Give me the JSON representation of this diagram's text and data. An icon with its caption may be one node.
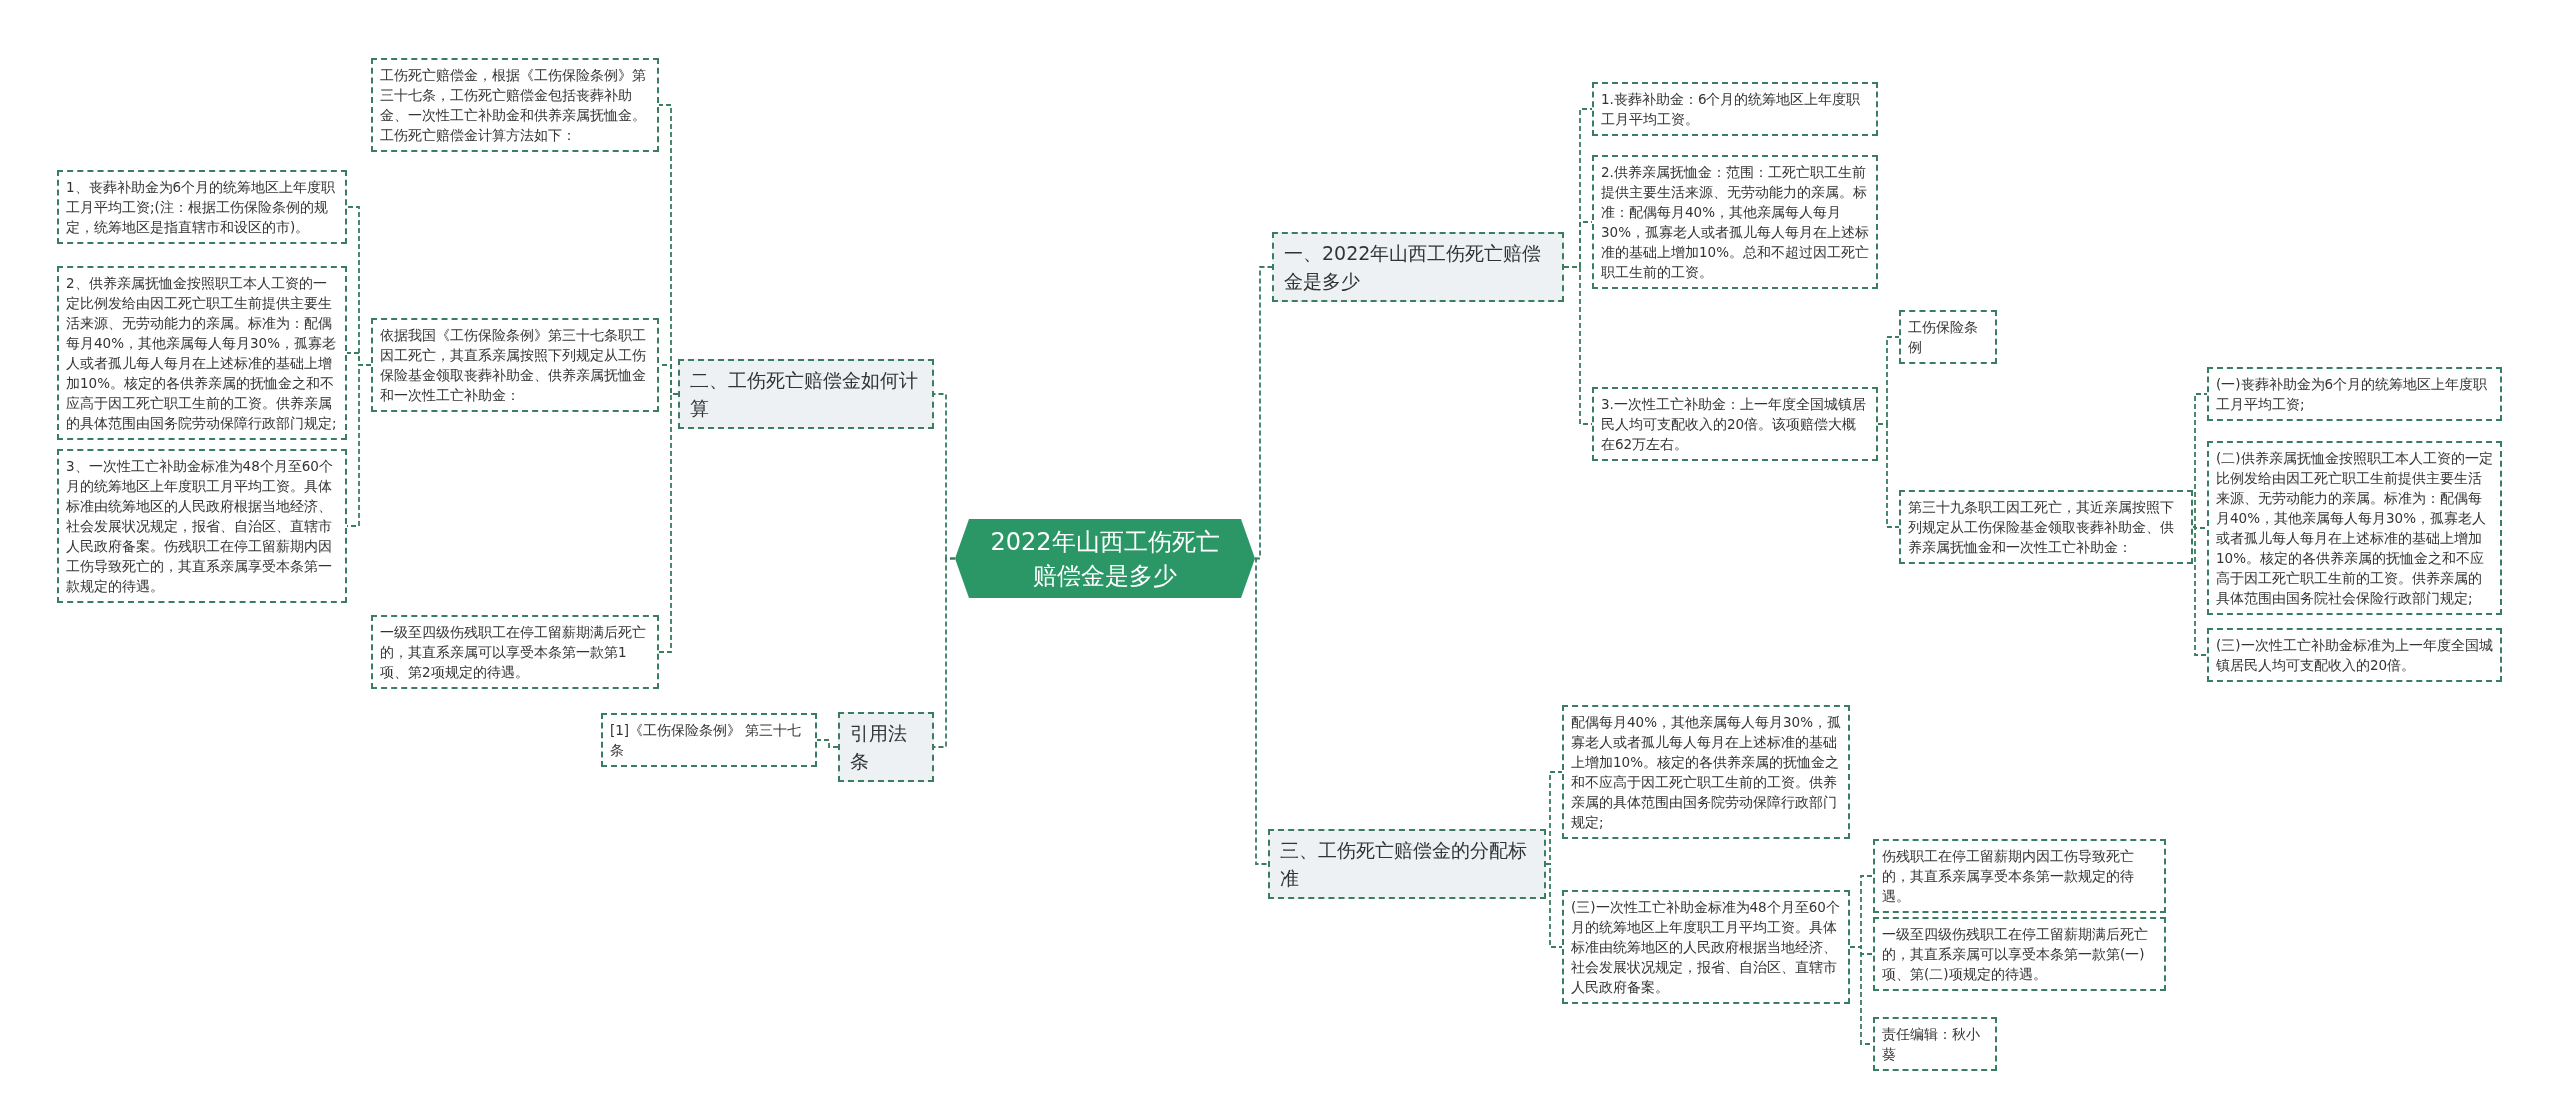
{
  "diagram": {
    "nodes": [
      {
        "text": [
          "2022年山西工伤死亡赔偿金是多少"
        ]
      },
      {
        "text": [
          "二、工伤死亡赔偿金如何计算"
        ]
      },
      {
        "text": [
          "工伤死亡赔偿金，根据《工伤保险条例》第三十七条，工伤死亡赔偿金包括丧葬补助金、一次性工亡补助金和供养亲属抚恤金。工伤死亡赔偿金计算方法如下："
        ]
      },
      {
        "text": [
          "依据我国《工伤保险条例》第三十七条职工因工死亡，其直系亲属按照下列规定从工伤保险基金领取丧葬补助金、供养亲属抚恤金和一次性工亡补助金："
        ]
      },
      {
        "text": [
          "1、丧葬补助金为6个月的统筹地区上年度职工月平均工资;(注：根据工伤保险条例的规定，统筹地区是指直辖市和设区的市)。"
        ]
      },
      {
        "text": [
          "2、供养亲属抚恤金按照职工本人工资的一定比例发给由因工死亡职工生前提供主要生活来源、无劳动能力的亲属。标准为：配偶每月40%，其他亲属每人每月30%，孤寡老人或者孤儿每人每月在上述标准的基础上增加10%。核定的各供养亲属的抚恤金之和不应高于因工死亡职工生前的工资。供养亲属的具体范围由国务院劳动保障行政部门规定;"
        ]
      },
      {
        "text": [
          "3、一次性工亡补助金标准为48个月至60个月的统筹地区上年度职工月平均工资。具体标准由统筹地区的人民政府根据当地经济、社会发展状况规定，报省、自治区、直辖市人民政府备案。伤残职工在停工留薪期内因工伤导致死亡的，其直系亲属享受本条第一款规定的待遇。"
        ]
      },
      {
        "text": [
          "一级至四级伤残职工在停工留薪期满后死亡的，其直系亲属可以享受本条第一款第1项、第2项规定的待遇。"
        ]
      },
      {
        "text": [
          "引用法条"
        ]
      },
      {
        "text": [
          "[1]《工伤保险条例》 第三十七条"
        ]
      },
      {
        "text": [
          "一、2022年山西工伤死亡赔偿金是多少"
        ]
      },
      {
        "text": [
          "1.丧葬补助金：6个月的统筹地区上年度职工月平均工资。"
        ]
      },
      {
        "text": [
          "2.供养亲属抚恤金：范围：工死亡职工生前提供主要生活来源、无劳动能力的亲属。标准：配偶每月40%，其他亲属每人每月30%，孤寡老人或者孤儿每人每月在上述标准的基础上增加10%。总和不超过因工死亡职工生前的工资。"
        ]
      },
      {
        "text": [
          "3.一次性工亡补助金：上一年度全国城镇居民人均可支配收入的20倍。该项赔偿大概在62万左右。"
        ]
      },
      {
        "text": [
          "工伤保险条例"
        ]
      },
      {
        "text": [
          "第三十九条职工因工死亡，其近亲属按照下列规定从工伤保险基金领取丧葬补助金、供养亲属抚恤金和一次性工亡补助金："
        ]
      },
      {
        "text": [
          "(一)丧葬补助金为6个月的统筹地区上年度职工月平均工资;"
        ]
      },
      {
        "text": [
          "(二)供养亲属抚恤金按照职工本人工资的一定比例发给由因工死亡职工生前提供主要生活来源、无劳动能力的亲属。标准为：配偶每月40%，其他亲属每人每月30%，孤寡老人或者孤儿每人每月在上述标准的基础上增加10%。核定的各供养亲属的抚恤金之和不应高于因工死亡职工生前的工资。供养亲属的具体范围由国务院社会保险行政部门规定;"
        ]
      },
      {
        "text": [
          "(三)一次性工亡补助金标准为上一年度全国城镇居民人均可支配收入的20倍。"
        ]
      },
      {
        "text": [
          "三、工伤死亡赔偿金的分配标准"
        ]
      },
      {
        "text": [
          "配偶每月40%，其他亲属每人每月30%，孤寡老人或者孤儿每人每月在上述标准的基础上增加10%。核定的各供养亲属的抚恤金之和不应高于因工死亡职工生前的工资。供养亲属的具体范围由国务院劳动保障行政部门规定;"
        ]
      },
      {
        "text": [
          "(三)一次性工亡补助金标准为48个月至60个月的统筹地区上年度职工月平均工资。具体标准由统筹地区的人民政府根据当地经济、社会发展状况规定，报省、自治区、直辖市人民政府备案。"
        ]
      },
      {
        "text": [
          "伤残职工在停工留薪期内因工伤导致死亡的，其直系亲属享受本条第一款规定的待遇。"
        ]
      },
      {
        "text": [
          "一级至四级伤残职工在停工留薪期满后死亡的，其直系亲属可以享受本条第一款第(一)项、第(二)项规定的待遇。"
        ]
      },
      {
        "text": [
          "责任编辑：秋小葵"
        ]
      }
    ],
    "edges": [
      {
        "from": 0,
        "to": 1,
        "arrow": "none"
      },
      {
        "from": 1,
        "to": 2,
        "arrow": "none"
      },
      {
        "from": 1,
        "to": 3,
        "arrow": "none"
      },
      {
        "from": 3,
        "to": 4,
        "arrow": "none"
      },
      {
        "from": 3,
        "to": 5,
        "arrow": "none"
      },
      {
        "from": 3,
        "to": 6,
        "arrow": "none"
      },
      {
        "from": 1,
        "to": 7,
        "arrow": "none"
      },
      {
        "from": 0,
        "to": 8,
        "arrow": "none"
      },
      {
        "from": 8,
        "to": 9,
        "arrow": "none"
      },
      {
        "from": 0,
        "to": 10,
        "arrow": "none"
      },
      {
        "from": 10,
        "to": 11,
        "arrow": "none"
      },
      {
        "from": 10,
        "to": 12,
        "arrow": "none"
      },
      {
        "from": 10,
        "to": 13,
        "arrow": "none"
      },
      {
        "from": 13,
        "to": 14,
        "arrow": "none"
      },
      {
        "from": 13,
        "to": 15,
        "arrow": "none"
      },
      {
        "from": 15,
        "to": 16,
        "arrow": "none"
      },
      {
        "from": 15,
        "to": 17,
        "arrow": "none"
      },
      {
        "from": 15,
        "to": 18,
        "arrow": "none"
      },
      {
        "from": 0,
        "to": 19,
        "arrow": "none"
      },
      {
        "from": 19,
        "to": 20,
        "arrow": "none"
      },
      {
        "from": 19,
        "to": 21,
        "arrow": "none"
      },
      {
        "from": 21,
        "to": 22,
        "arrow": "none"
      },
      {
        "from": 21,
        "to": 23,
        "arrow": "none"
      },
      {
        "from": 21,
        "to": 24,
        "arrow": "none"
      }
    ]
  }
}
